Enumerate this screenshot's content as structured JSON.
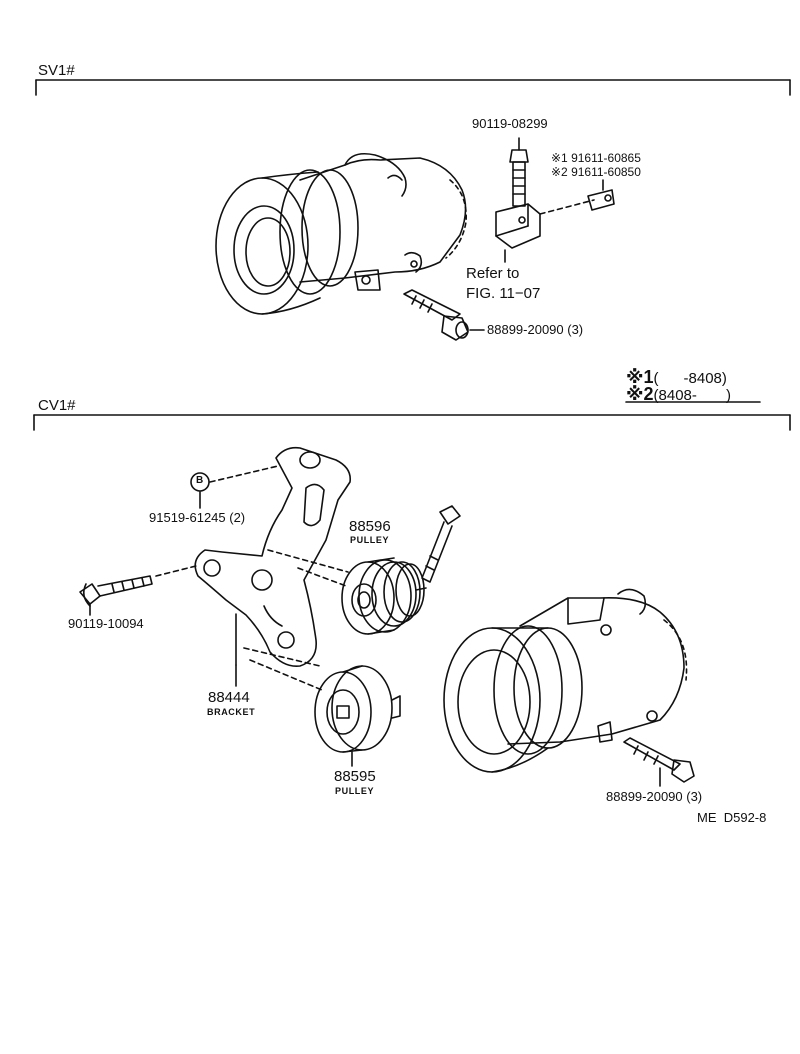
{
  "sections": {
    "sv1": {
      "title": "SV1#"
    },
    "cv1": {
      "title": "CV1#"
    }
  },
  "sv1_parts": {
    "bolt_top": "90119-08299",
    "alt1": "※1 91611-60865",
    "alt2": "※2 91611-60850",
    "refer_line1": "Refer to",
    "refer_line2": "FIG. 11−07",
    "bolt_lower": "88899-20090 (3)"
  },
  "legend": {
    "row1_mark": "※1",
    "row1_text": "(      -8408)",
    "row2_mark": "※2",
    "row2_text": "(8408-       )"
  },
  "cv1_parts": {
    "washer_symbol": "B",
    "washer_part": "91519-61245 (2)",
    "pulley_upper_no": "88596",
    "pulley_upper_name": "PULLEY",
    "bolt_left": "90119-10094",
    "bracket_no": "88444",
    "bracket_name": "BRACKET",
    "pulley_lower_no": "88595",
    "pulley_lower_name": "PULLEY",
    "bolt_right": "88899-20090 (3)",
    "figure_code": "ME  D592-8"
  }
}
